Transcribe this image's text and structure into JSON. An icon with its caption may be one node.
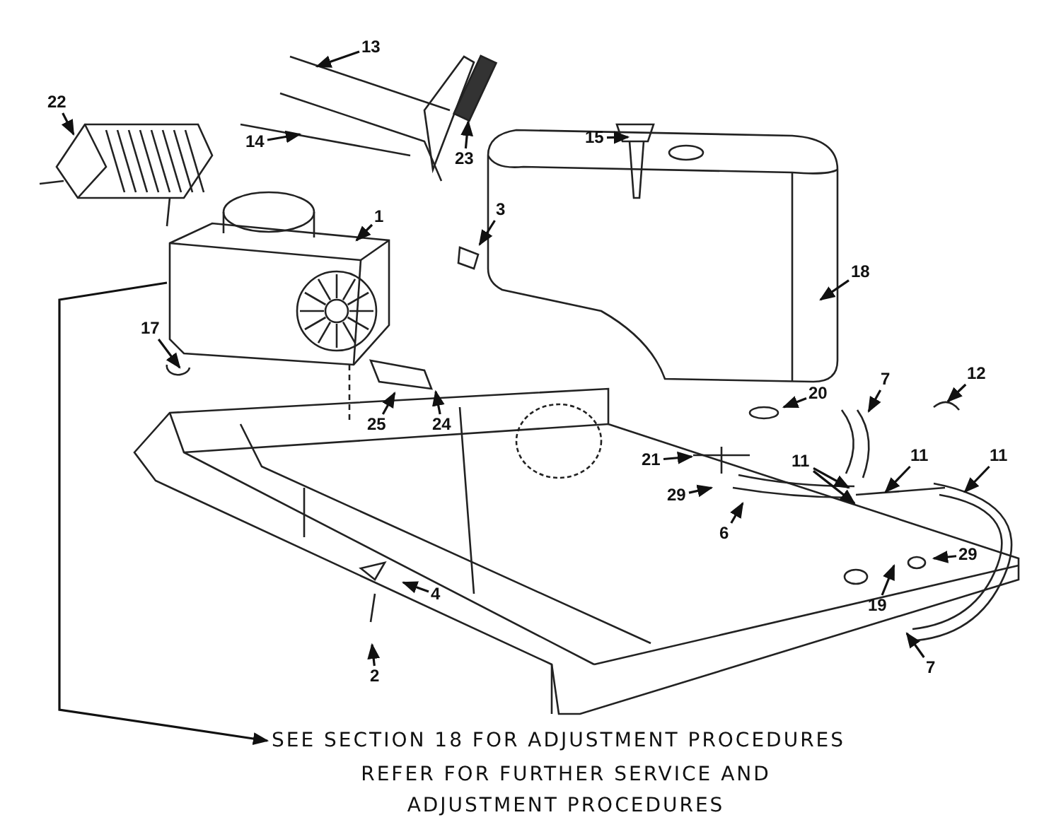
{
  "diagram": {
    "nodes": [
      {
        "text": [
          "13"
        ]
      },
      {
        "text": [
          "14"
        ]
      },
      {
        "text": [
          "22"
        ]
      },
      {
        "text": [
          "23"
        ]
      },
      {
        "text": [
          "15"
        ]
      },
      {
        "text": [
          "1"
        ]
      },
      {
        "text": [
          "3"
        ]
      },
      {
        "text": [
          "18"
        ]
      },
      {
        "text": [
          "17"
        ]
      },
      {
        "text": [
          "20"
        ]
      },
      {
        "text": [
          "7"
        ]
      },
      {
        "text": [
          "12"
        ]
      },
      {
        "text": [
          "25"
        ]
      },
      {
        "text": [
          "24"
        ]
      },
      {
        "text": [
          "21"
        ]
      },
      {
        "text": [
          "11"
        ]
      },
      {
        "text": [
          "11"
        ]
      },
      {
        "text": [
          "11"
        ]
      },
      {
        "text": [
          "29"
        ]
      },
      {
        "text": [
          "6"
        ]
      },
      {
        "text": [
          "19"
        ]
      },
      {
        "text": [
          "29"
        ]
      },
      {
        "text": [
          "4"
        ]
      },
      {
        "text": [
          "2"
        ]
      },
      {
        "text": [
          "7"
        ]
      },
      {
        "text": [
          "SEE SECTION 18 FOR ADJUSTMENT PROCEDURES"
        ]
      }
    ],
    "edges": [
      {
        "from": 0,
        "to": null,
        "arrow": "to"
      },
      {
        "from": 1,
        "to": null,
        "arrow": "to"
      },
      {
        "from": 2,
        "to": null,
        "arrow": "to"
      },
      {
        "from": 3,
        "to": null,
        "arrow": "to"
      },
      {
        "from": 4,
        "to": null,
        "arrow": "to"
      },
      {
        "from": 5,
        "to": null,
        "arrow": "to"
      },
      {
        "from": 6,
        "to": null,
        "arrow": "to"
      },
      {
        "from": 7,
        "to": null,
        "arrow": "to"
      },
      {
        "from": 8,
        "to": null,
        "arrow": "to"
      },
      {
        "from": 9,
        "to": null,
        "arrow": "to"
      },
      {
        "from": 10,
        "to": null,
        "arrow": "to"
      },
      {
        "from": 11,
        "to": null,
        "arrow": "to"
      },
      {
        "from": 12,
        "to": null,
        "arrow": "to"
      },
      {
        "from": 13,
        "to": null,
        "arrow": "to"
      },
      {
        "from": 14,
        "to": null,
        "arrow": "to"
      },
      {
        "from": 15,
        "to": null,
        "arrow": "to"
      },
      {
        "from": 16,
        "to": null,
        "arrow": "to"
      },
      {
        "from": 17,
        "to": null,
        "arrow": "to"
      },
      {
        "from": 18,
        "to": null,
        "arrow": "to"
      },
      {
        "from": 19,
        "to": null,
        "arrow": "to"
      },
      {
        "from": 20,
        "to": null,
        "arrow": "to"
      },
      {
        "from": 21,
        "to": null,
        "arrow": "to"
      },
      {
        "from": 22,
        "to": null,
        "arrow": "to"
      },
      {
        "from": 23,
        "to": null,
        "arrow": "to"
      },
      {
        "from": 24,
        "to": null,
        "arrow": "to"
      },
      {
        "from": 15,
        "to": null,
        "arrow": "to"
      },
      {
        "from": null,
        "to": 25,
        "arrow": "to"
      }
    ],
    "labels": [
      "REFER FOR FURTHER SERVICE AND ADJUSTMENT PROCEDURES"
    ]
  }
}
